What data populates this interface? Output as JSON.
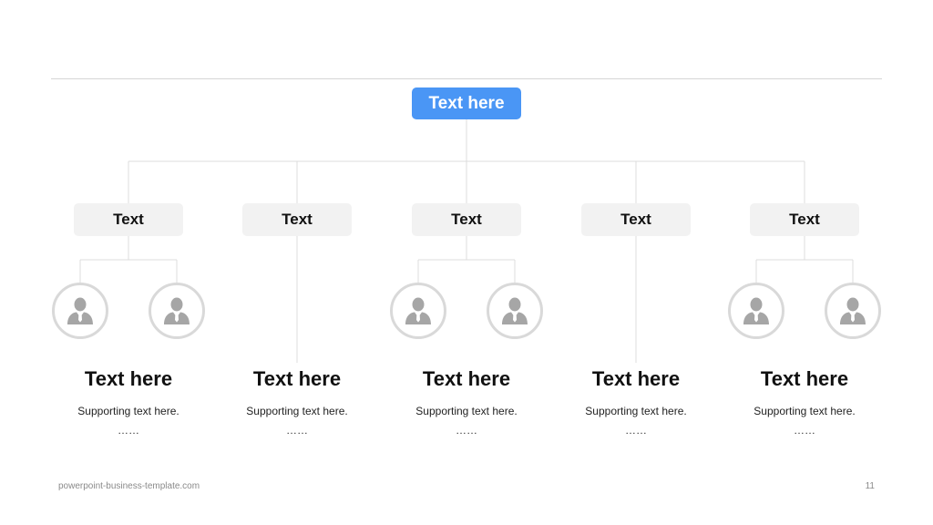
{
  "root": {
    "label": "Text here"
  },
  "columns": [
    {
      "box": "Text",
      "title": "Text here",
      "subtitle": "Supporting text here.",
      "dots": "……",
      "avatars": 2
    },
    {
      "box": "Text",
      "title": "Text here",
      "subtitle": "Supporting text here.",
      "dots": "……",
      "avatars": 0
    },
    {
      "box": "Text",
      "title": "Text here",
      "subtitle": "Supporting text here.",
      "dots": "……",
      "avatars": 2
    },
    {
      "box": "Text",
      "title": "Text here",
      "subtitle": "Supporting text here.",
      "dots": "……",
      "avatars": 0
    },
    {
      "box": "Text",
      "title": "Text here",
      "subtitle": "Supporting text here.",
      "dots": "……",
      "avatars": 2
    }
  ],
  "footer": {
    "site": "powerpoint-business-template.com",
    "page": "11"
  },
  "colors": {
    "accent": "#4a96f5",
    "box_fill": "#f2f2f2",
    "avatar": "#a6a6a6",
    "line": "#d6d6d6"
  },
  "icons": {
    "avatar": "person-silhouette-icon"
  }
}
